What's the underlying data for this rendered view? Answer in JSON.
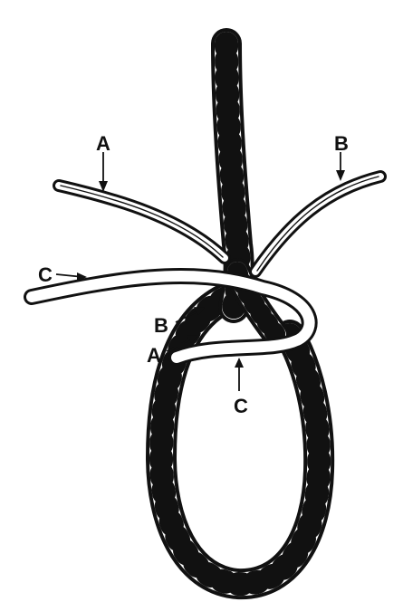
{
  "labels": {
    "a_top": "A",
    "b_top": "B",
    "c_left": "C",
    "b_mid": "B",
    "a_mid": "A",
    "c_bottom": "C"
  },
  "colors": {
    "ink": "#111111",
    "paper": "#ffffff"
  }
}
